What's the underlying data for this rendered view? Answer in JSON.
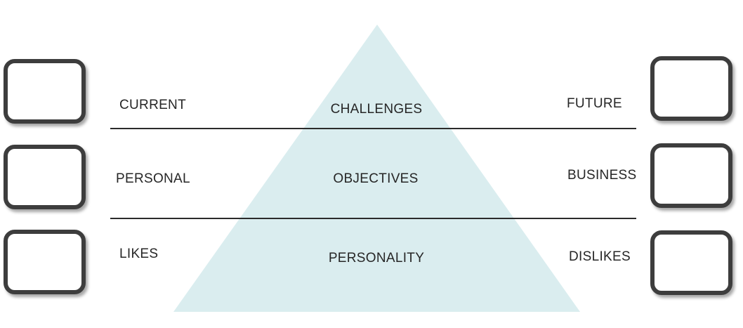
{
  "diagram": {
    "type": "pyramid",
    "colors": {
      "pyramid_fill": "#DAEDEF",
      "divider": "#2B2B2B",
      "box_border": "#3D3D3D",
      "text": "#262626"
    },
    "tiers": [
      {
        "center_label": "CHALLENGES",
        "left_label": "CURRENT",
        "right_label": "FUTURE"
      },
      {
        "center_label": "OBJECTIVES",
        "left_label": "PERSONAL",
        "right_label": "BUSINESS"
      },
      {
        "center_label": "PERSONALITY",
        "left_label": "LIKES",
        "right_label": "DISLIKES"
      }
    ]
  }
}
